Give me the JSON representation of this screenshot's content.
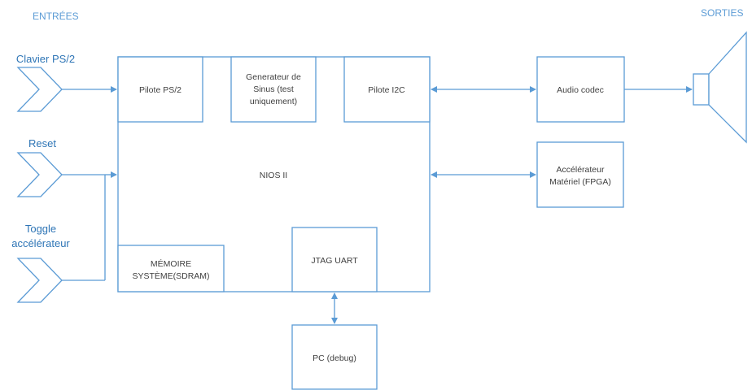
{
  "headers": {
    "inputs": "ENTRÉES",
    "outputs": "SORTIES"
  },
  "inputs": {
    "keyboard": "Clavier PS/2",
    "reset": "Reset",
    "toggle_line1": "Toggle",
    "toggle_line2": "accélérateur"
  },
  "nios": {
    "title": "NIOS II",
    "ps2_driver": "Pilote PS/2",
    "sine_line1": "Generateur de",
    "sine_line2": "Sinus (test",
    "sine_line3": "uniquement)",
    "i2c_driver": "Pilote I2C",
    "memory_line1": "MÉMOIRE",
    "memory_line2": "SYSTÈME(SDRAM)",
    "jtag_uart": "JTAG UART"
  },
  "external": {
    "audio_codec": "Audio codec",
    "accel_line1": "Accélérateur",
    "accel_line2": "Matériel (FPGA)",
    "pc_debug": "PC (debug)"
  },
  "colors": {
    "accent": "#5b9bd5",
    "label_blue": "#2e75b6",
    "text": "#404040"
  },
  "icons": [
    "input-chevron-icon",
    "speaker-icon",
    "arrow-icon"
  ]
}
